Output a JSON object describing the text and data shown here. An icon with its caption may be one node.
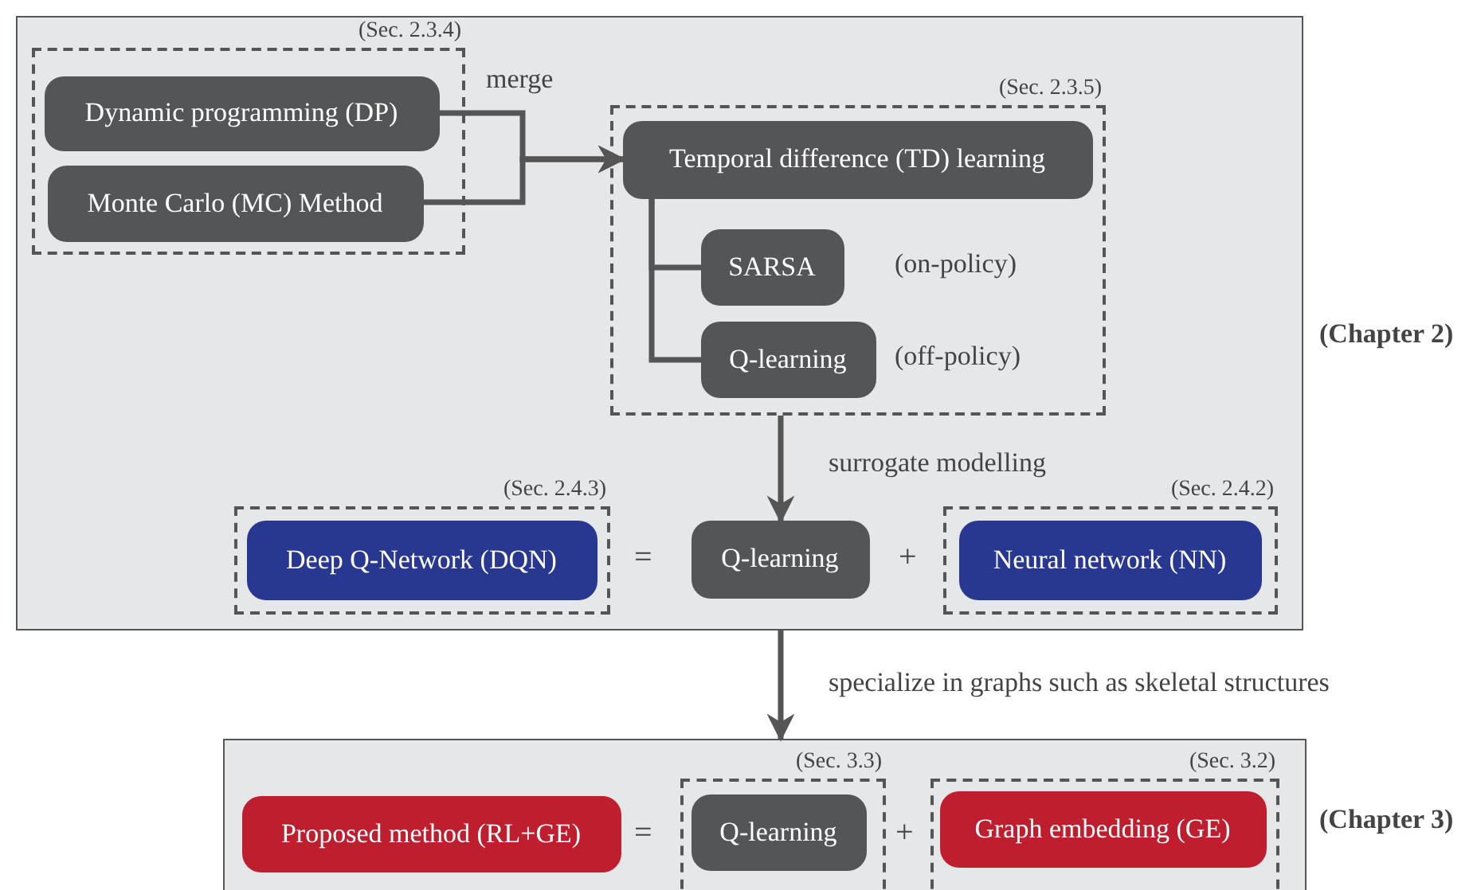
{
  "diagram": {
    "nodes": [
      {
        "text": [],
        "shape": "box",
        "beside": [
          "(Chapter 2)"
        ]
      },
      {
        "text": [
          "(Sec. 2.3.4)"
        ],
        "in": 0
      },
      {
        "text": [
          "Dynamic programming (DP)"
        ],
        "in": 1
      },
      {
        "text": [
          "Monte Carlo (MC) Method"
        ],
        "in": 1
      },
      {
        "text": [
          "(Sec. 2.3.5)"
        ],
        "in": 0
      },
      {
        "text": [
          "Temporal difference (TD) learning"
        ],
        "in": 4
      },
      {
        "text": [
          "SARSA"
        ],
        "in": 4,
        "beside": [
          "(on-policy)"
        ]
      },
      {
        "text": [
          "Q-learning"
        ],
        "in": 4,
        "beside": [
          "(off-policy)"
        ]
      },
      {
        "text": [
          "(Sec. 2.4.3)"
        ],
        "in": 0
      },
      {
        "text": [
          "Deep Q-Network (DQN)"
        ],
        "in": 8
      },
      {
        "text": [
          "Q-learning"
        ],
        "in": 0
      },
      {
        "text": [
          "(Sec. 2.4.2)"
        ],
        "in": 0
      },
      {
        "text": [
          "Neural network (NN)"
        ],
        "in": 11
      },
      {
        "text": [],
        "shape": "box",
        "beside": [
          "(Chapter 3)"
        ]
      },
      {
        "text": [
          "Proposed method (RL+GE)"
        ],
        "in": 13
      },
      {
        "text": [
          "(Sec. 3.3)"
        ],
        "in": 13
      },
      {
        "text": [
          "Q-learning"
        ],
        "in": 15
      },
      {
        "text": [
          "(Sec. 3.2)"
        ],
        "in": 13
      },
      {
        "text": [
          "Graph embedding (GE)"
        ],
        "in": 17
      }
    ],
    "edges": [
      {
        "from": 2,
        "to": 5,
        "arrow": "to",
        "label": "merge"
      },
      {
        "from": 3,
        "to": 5,
        "arrow": "to"
      },
      {
        "from": 5,
        "to": 6,
        "arrow": "none"
      },
      {
        "from": 5,
        "to": 7,
        "arrow": "none"
      },
      {
        "from": 4,
        "to": 10,
        "arrow": "to",
        "label": "surrogate modelling"
      },
      {
        "from": 0,
        "to": 13,
        "arrow": "to",
        "label": "specialize in graphs such as skeletal structures"
      }
    ],
    "labels": [
      "=",
      "+",
      "=",
      "+"
    ]
  }
}
